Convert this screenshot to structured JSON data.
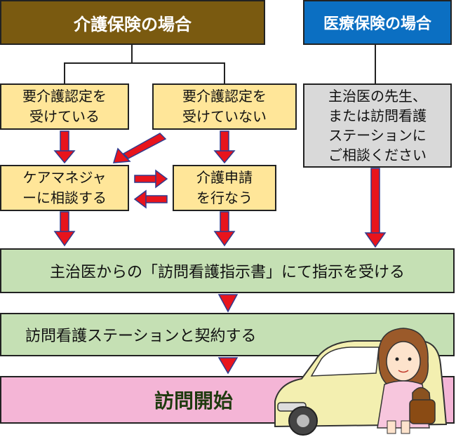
{
  "headers": {
    "kaigo": "介護保険の場合",
    "iryo": "医療保険の場合"
  },
  "boxes": {
    "certified": "要介護認定を\n受けている",
    "not_certified": "要介護認定を\n受けていない",
    "care_manager": "ケアマネジャ\nーに相談する",
    "apply": "介護申請\nを行なう",
    "doctor_consult": "主治医の先生、\nまたは訪問看護\nステーションに\nご相談ください",
    "instruction": "主治医からの「訪問看護指示書」にて指示を受ける",
    "contract": "訪問看護ステーションと契約する",
    "start": "訪問開始"
  },
  "colors": {
    "kaigo_header": "#7a5a10",
    "iryo_header": "#0b6fc2",
    "yellow_box": "#ffe699",
    "gray_box": "#d9d9d9",
    "green_box": "#c5e0b4",
    "pink_box": "#f4b5d6",
    "arrow_red": "#e8141c",
    "arrow_blue": "#2f3b8f"
  },
  "illustration": "woman-with-car"
}
